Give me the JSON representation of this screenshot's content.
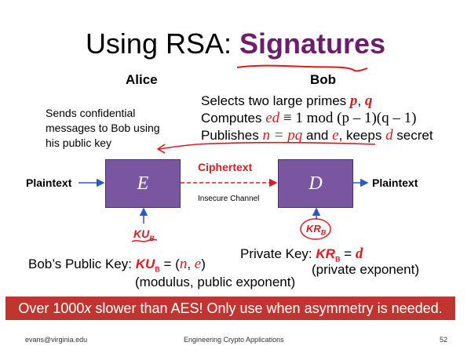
{
  "title": {
    "prefix": "Using RSA: ",
    "accent": "Signatures"
  },
  "alice_header": "Alice",
  "bob_header": "Bob",
  "bob_steps": {
    "line1_text": "Selects two large primes ",
    "line1_p": "p",
    "line1_sep": ", ",
    "line1_q": "q",
    "line2_text": "Computes ",
    "line2_ed": "ed",
    "line2_formula": " ≡ 1 mod (p – 1)(q – 1)",
    "line3_text": "Publishes ",
    "line3_n": "n = pq",
    "line3_and": " and ",
    "line3_e": "e",
    "line3_keeps": ", keeps ",
    "line3_d": "d",
    "line3_secret": " secret"
  },
  "alice_note": [
    "Sends confidential",
    "messages to Bob using",
    "his public key"
  ],
  "diagram": {
    "plaintext_left": "Plaintext",
    "plaintext_right": "Plaintext",
    "encrypt_label": "E",
    "decrypt_label": "D",
    "ciphertext_label": "Ciphertext",
    "channel_label": "Insecure Channel",
    "kub": "KU",
    "kub_sub": "B",
    "krb": "KR",
    "krb_sub": "B"
  },
  "public_key": {
    "label": "Bob’s Public Key:  ",
    "ku": "KU",
    "ku_sub": "B",
    "eq": " = (",
    "n": "n",
    "comma": ", ",
    "e": "e",
    "close": ")",
    "note": "(modulus, public exponent)"
  },
  "private_key": {
    "label": "Private Key:  ",
    "kr": "KR",
    "kr_sub": "B",
    "eq": " = ",
    "d": "d",
    "note": "(private exponent)"
  },
  "banner": {
    "pre": "Over 1000",
    "x": "x",
    "post": " slower than AES! Only use when asymmetry is needed."
  },
  "footer": {
    "left": "evans@virginia.edu",
    "center": "Engineering Crypto Applications",
    "right": "52"
  },
  "colors": {
    "accent_purple": "#6b1e6b",
    "box_purple": "#7a55a0",
    "red": "#e0191e",
    "arrow_blue": "#2b59c3",
    "banner_red": "#c0352f"
  }
}
